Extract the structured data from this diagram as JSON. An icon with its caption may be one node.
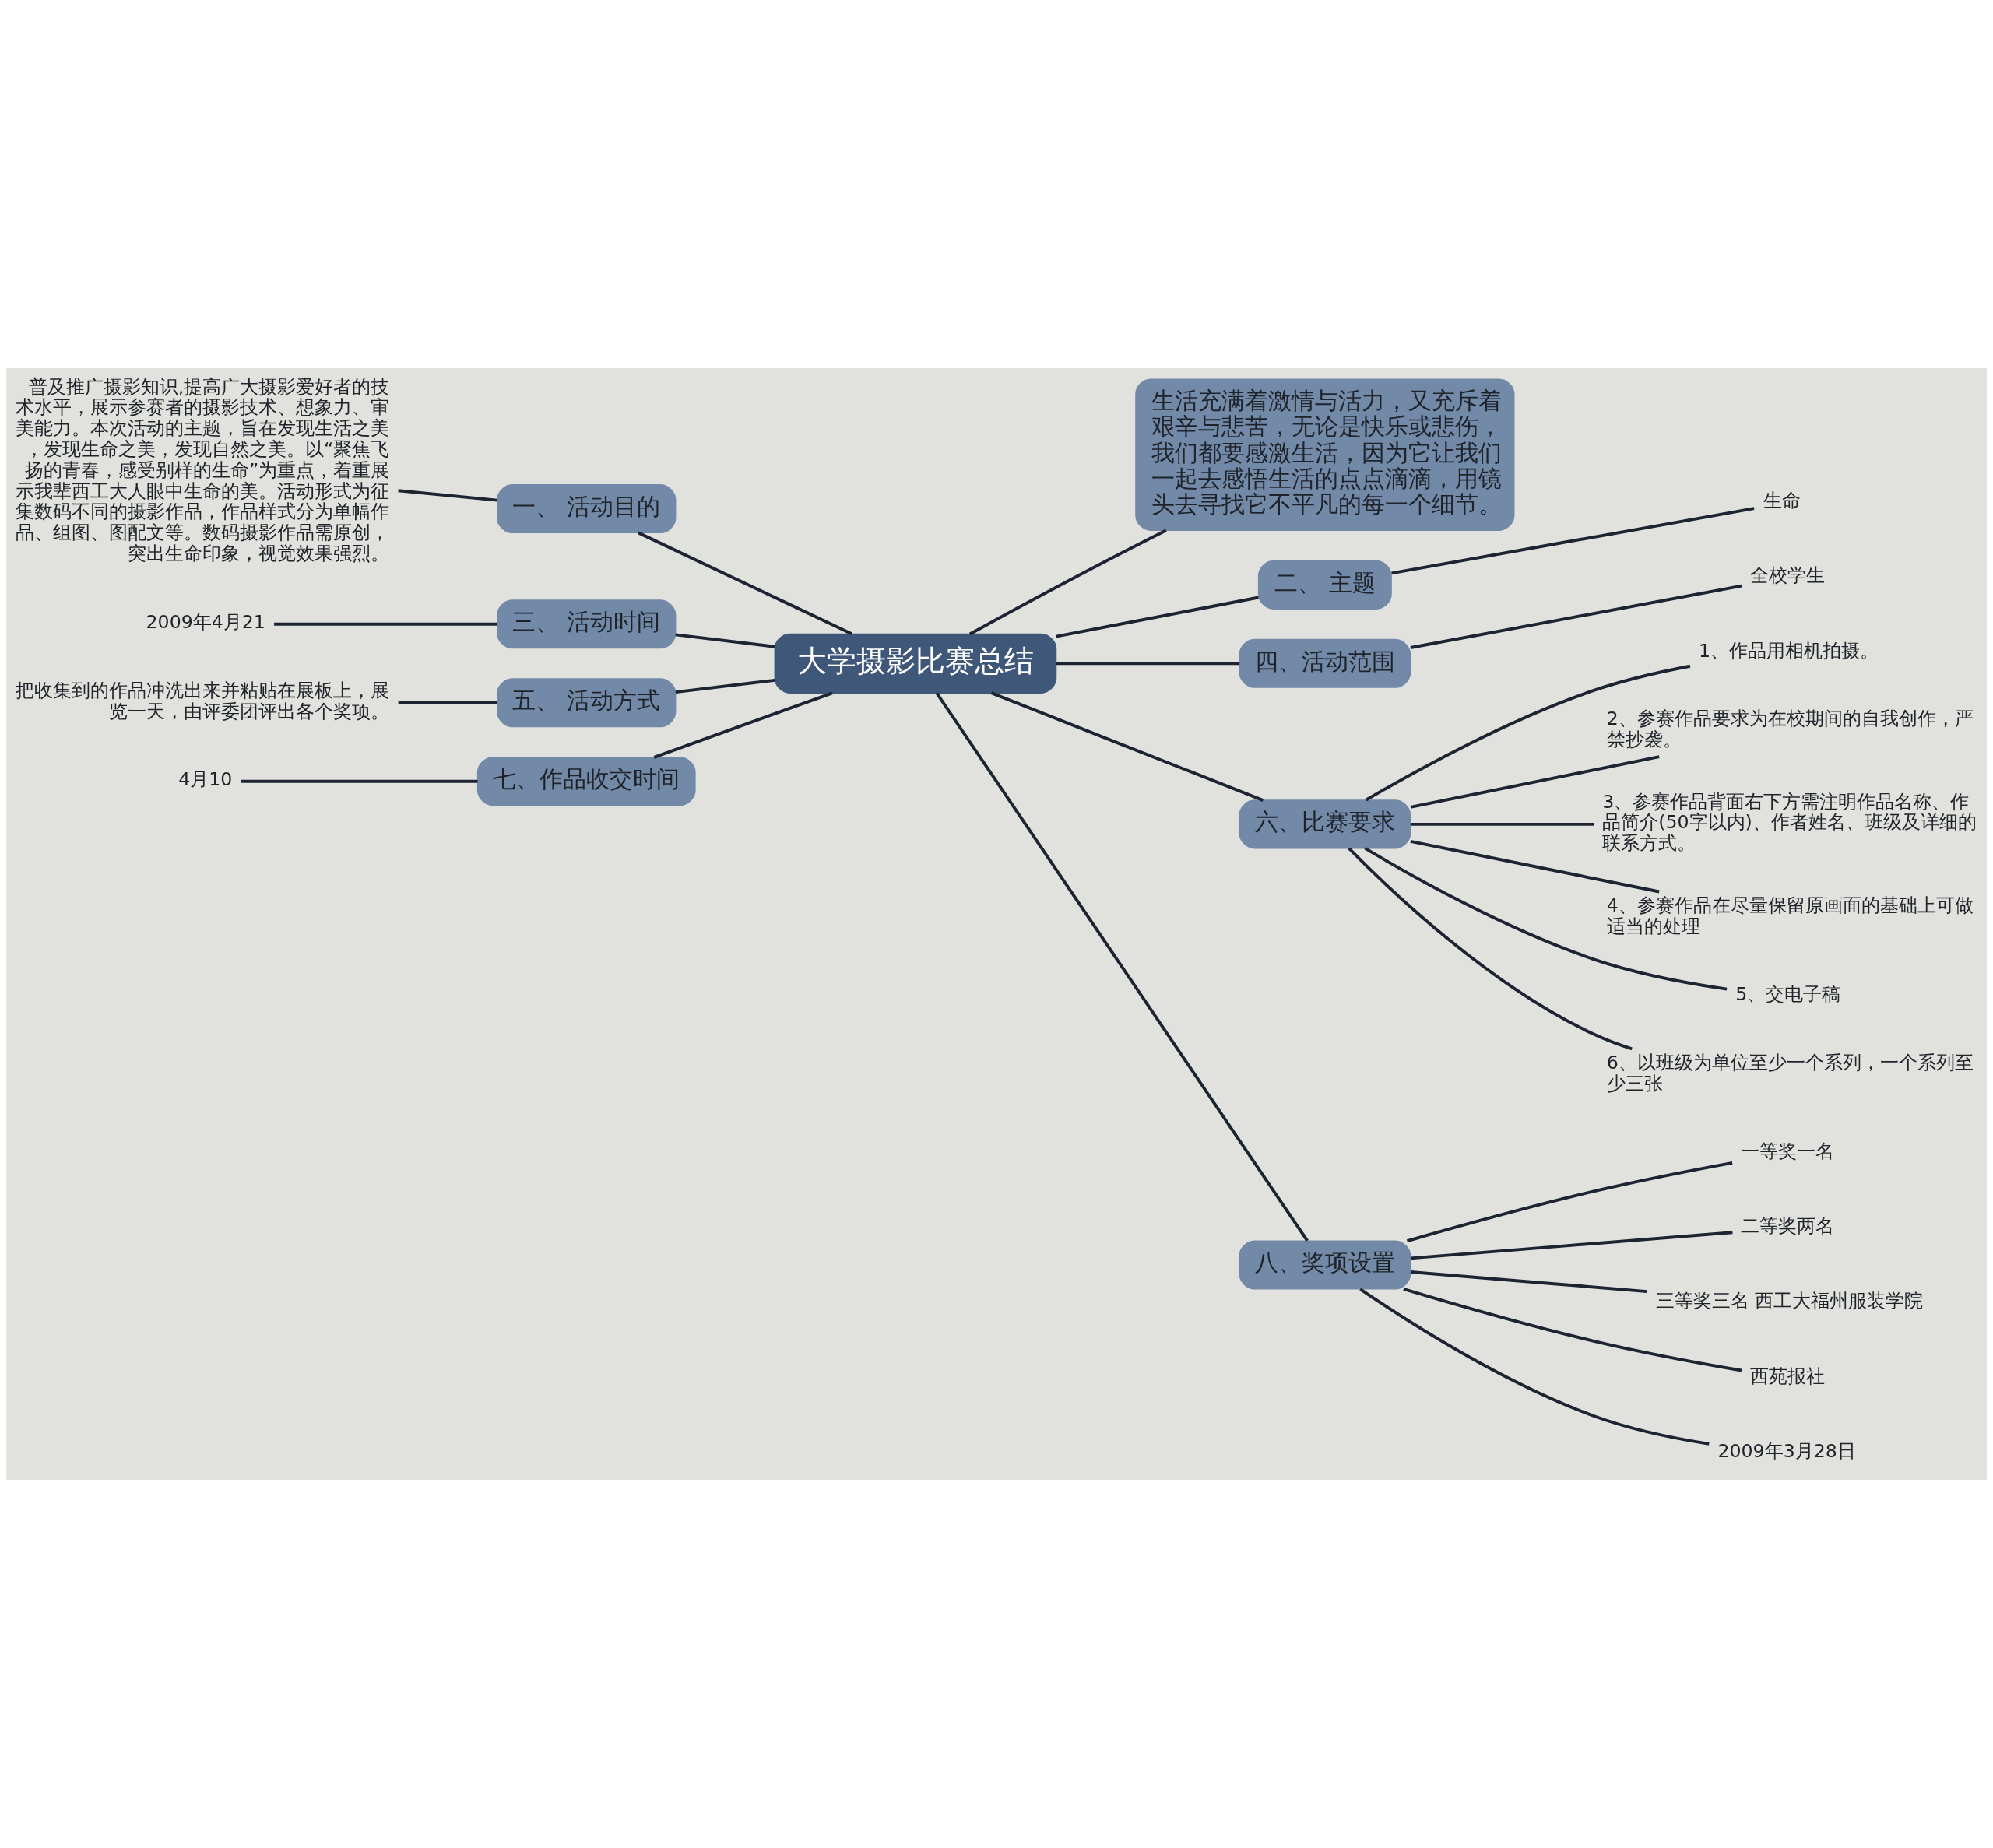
{
  "diagram": {
    "nodes": [
      {
        "text": [
          "大学摄影比赛总结"
        ]
      },
      {
        "text": [
          "生活充满着激情与活力，又充斥着艰辛与悲苦，无论是快乐或悲伤，我们都要感激生活，因为它让我们一起去感悟生活的点点滴滴，用镜头去寻找它不平凡的每一个细节。"
        ]
      },
      {
        "text": [
          "二、 主题"
        ]
      },
      {
        "text": [
          "生命"
        ]
      },
      {
        "text": [
          "四、活动范围"
        ]
      },
      {
        "text": [
          "全校学生"
        ]
      },
      {
        "text": [
          "六、比赛要求"
        ]
      },
      {
        "text": [
          "1、作品用相机拍摄。"
        ]
      },
      {
        "text": [
          "2、参赛作品要求为在校期间的自我创作，严禁抄袭。"
        ]
      },
      {
        "text": [
          "3、参赛作品背面右下方需注明作品名称、作品简介(50字以内)、作者姓名、班级及详细的联系方式。"
        ]
      },
      {
        "text": [
          "4、参赛作品在尽量保留原画面的基础上可做适当的处理"
        ]
      },
      {
        "text": [
          "5、交电子稿"
        ]
      },
      {
        "text": [
          "6、以班级为单位至少一个系列，一个系列至少三张"
        ]
      },
      {
        "text": [
          "八、奖项设置"
        ]
      },
      {
        "text": [
          "一等奖一名"
        ]
      },
      {
        "text": [
          "二等奖两名"
        ]
      },
      {
        "text": [
          "三等奖三名 西工大福州服装学院"
        ]
      },
      {
        "text": [
          "西苑报社"
        ]
      },
      {
        "text": [
          "2009年3月28日"
        ]
      },
      {
        "text": [
          "一、 活动目的"
        ]
      },
      {
        "text": [
          "普及推广摄影知识,提高广大摄影爱好者的技术水平，展示参赛者的摄影技术、想象力、审美能力。本次活动的主题，旨在发现生活之美，发现生命之美，发现自然之美。以“聚焦飞扬的青春，感受别样的生命”为重点，着重展示我辈西工大人眼中生命的美。活动形式为征集数码不同的摄影作品，作品样式分为单幅作品、组图、图配文等。数码摄影作品需原创，突出生命印象，视觉效果强烈。"
        ]
      },
      {
        "text": [
          "三、 活动时间"
        ]
      },
      {
        "text": [
          "2009年4月21"
        ]
      },
      {
        "text": [
          "五、 活动方式"
        ]
      },
      {
        "text": [
          "把收集到的作品冲洗出来并粘贴在展板上，展览一天，由评委团评出各个奖项。"
        ]
      },
      {
        "text": [
          "七、作品收交时间"
        ]
      },
      {
        "text": [
          "4月10"
        ]
      }
    ],
    "edges": [
      {
        "from": 0,
        "to": 1,
        "arrow": "none"
      },
      {
        "from": 0,
        "to": 2,
        "arrow": "none"
      },
      {
        "from": 0,
        "to": 4,
        "arrow": "none"
      },
      {
        "from": 0,
        "to": 6,
        "arrow": "none"
      },
      {
        "from": 0,
        "to": 13,
        "arrow": "none"
      },
      {
        "from": 0,
        "to": 19,
        "arrow": "none"
      },
      {
        "from": 0,
        "to": 21,
        "arrow": "none"
      },
      {
        "from": 0,
        "to": 23,
        "arrow": "none"
      },
      {
        "from": 0,
        "to": 25,
        "arrow": "none"
      },
      {
        "from": 2,
        "to": 3,
        "arrow": "none"
      },
      {
        "from": 4,
        "to": 5,
        "arrow": "none"
      },
      {
        "from": 6,
        "to": 7,
        "arrow": "none"
      },
      {
        "from": 6,
        "to": 8,
        "arrow": "none"
      },
      {
        "from": 6,
        "to": 9,
        "arrow": "none"
      },
      {
        "from": 6,
        "to": 10,
        "arrow": "none"
      },
      {
        "from": 6,
        "to": 11,
        "arrow": "none"
      },
      {
        "from": 6,
        "to": 12,
        "arrow": "none"
      },
      {
        "from": 13,
        "to": 14,
        "arrow": "none"
      },
      {
        "from": 13,
        "to": 15,
        "arrow": "none"
      },
      {
        "from": 13,
        "to": 16,
        "arrow": "none"
      },
      {
        "from": 13,
        "to": 17,
        "arrow": "none"
      },
      {
        "from": 13,
        "to": 18,
        "arrow": "none"
      },
      {
        "from": 19,
        "to": 20,
        "arrow": "none"
      },
      {
        "from": 21,
        "to": 22,
        "arrow": "none"
      },
      {
        "from": 23,
        "to": 24,
        "arrow": "none"
      },
      {
        "from": 25,
        "to": 26,
        "arrow": "none"
      }
    ]
  }
}
